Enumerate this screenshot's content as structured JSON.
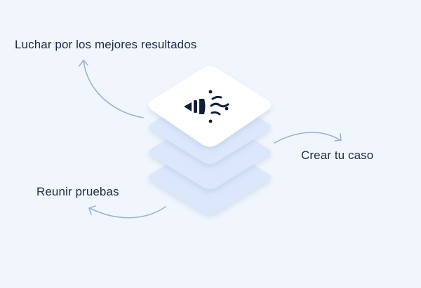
{
  "diagram": {
    "labels": {
      "top": "Luchar por los mejores resultados",
      "right": "Crear tu caso",
      "left": "Reunir pruebas"
    },
    "center_icon": "megaphone-sound-icon",
    "layers": 4
  },
  "colors": {
    "background": "#f1f6fd",
    "top_card": "#ffffff",
    "lower_cards": "#dbe7fb",
    "arrow": "#9ab2d4",
    "text": "#1d2a3f",
    "icon": "#0f1f3a"
  }
}
